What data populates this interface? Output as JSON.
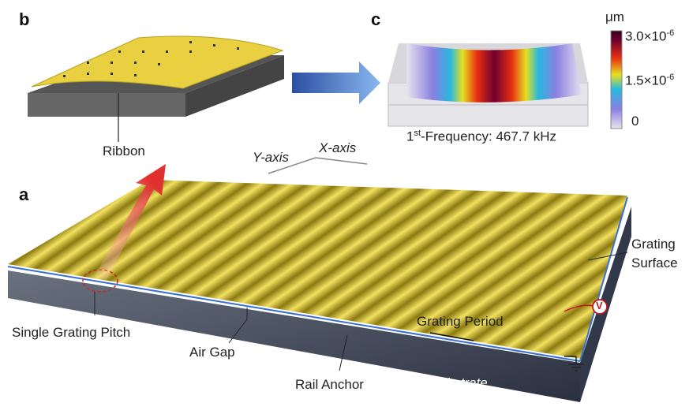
{
  "panels": {
    "a": "a",
    "b": "b",
    "c": "c"
  },
  "panel_b": {
    "ribbon_label": "Ribbon"
  },
  "panel_c": {
    "frequency_prefix": "1",
    "frequency_sup": "st",
    "frequency_text": "-Frequency: 467.7 kHz",
    "colorbar": {
      "unit": "μm",
      "ticks": [
        {
          "base": "3.0×10",
          "exp": "-6"
        },
        {
          "base": "1.5×10",
          "exp": "-6"
        },
        {
          "base": "0",
          "exp": ""
        }
      ],
      "colors": [
        "#e8e4f0",
        "#8a7fe0",
        "#28b8e0",
        "#e6e020",
        "#e83010",
        "#700030",
        "#300020"
      ]
    }
  },
  "panel_a": {
    "y_axis": "Y-axis",
    "x_axis": "X-axis",
    "grating_surface": [
      "Grating",
      "Surface"
    ],
    "single_grating_pitch": "Single Grating Pitch",
    "air_gap": "Air Gap",
    "rail_anchor": "Rail Anchor",
    "grating_period": "Grating Period",
    "substrate": "Substrate",
    "voltage_symbol": "V"
  },
  "colors": {
    "gold": "#d9c23a",
    "substrate": "#4a5260",
    "accent_red": "#c0181e",
    "arrow_blue": "#4a7fd0"
  }
}
